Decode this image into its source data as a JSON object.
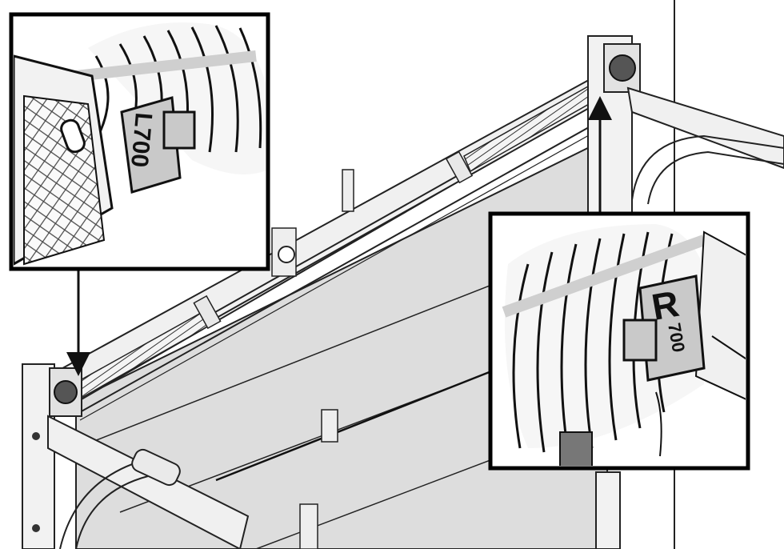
{
  "figure": {
    "left_inset": {
      "spring_label": "L700",
      "side": "left"
    },
    "right_inset": {
      "spring_label_letter": "R",
      "spring_label_number": "700",
      "side": "right"
    }
  },
  "colors": {
    "line": "#1a1a1a",
    "door_panel": "#dcdcdc",
    "frame": "#efefef",
    "inset_border": "#000000",
    "label_tag": "#c8c8c8",
    "background": "#ffffff"
  },
  "icons": [
    "left-torsion-spring",
    "right-torsion-spring",
    "callout-arrow"
  ]
}
